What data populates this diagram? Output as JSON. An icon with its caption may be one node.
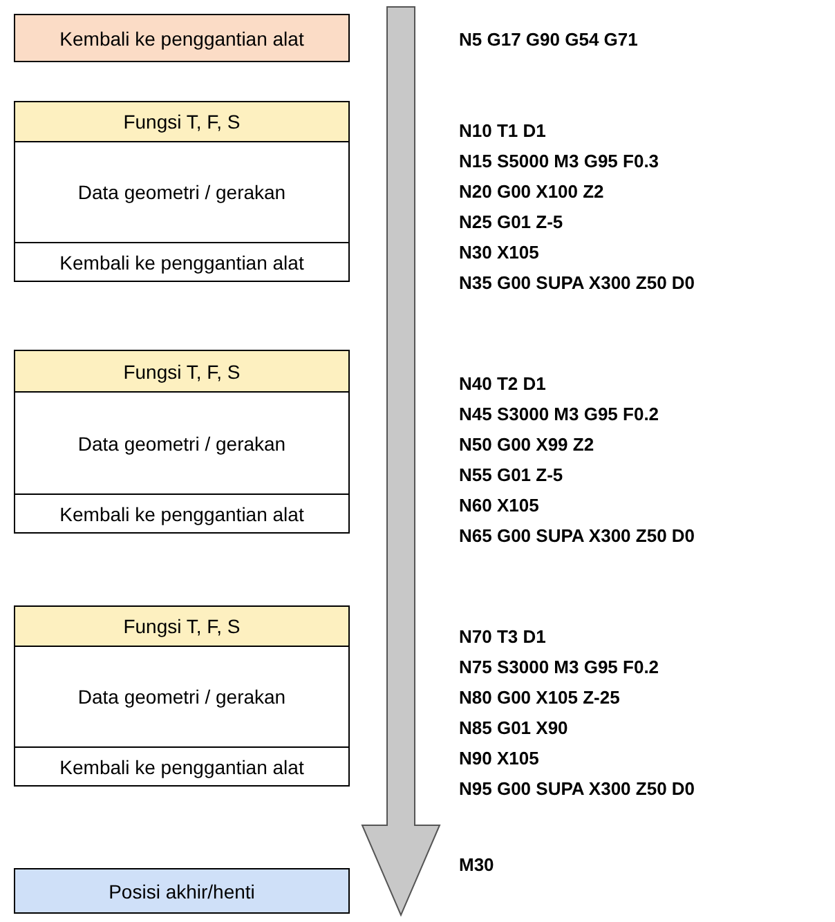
{
  "diagram": {
    "nodes": [
      {
        "text": [
          "Kembali ke penggantian alat"
        ]
      },
      {
        "text": [
          "Fungsi T, F, S"
        ]
      },
      {
        "text": [
          "Data geometri / gerakan"
        ]
      },
      {
        "text": [
          "Kembali ke penggantian alat"
        ]
      },
      {
        "text": [
          "Fungsi T, F, S"
        ]
      },
      {
        "text": [
          "Data geometri / gerakan"
        ]
      },
      {
        "text": [
          "Kembali ke penggantian alat"
        ]
      },
      {
        "text": [
          "Fungsi T, F, S"
        ]
      },
      {
        "text": [
          "Data geometri / gerakan"
        ]
      },
      {
        "text": [
          "Kembali ke penggantian alat"
        ]
      },
      {
        "text": [
          "Posisi akhir/henti"
        ]
      }
    ],
    "edges": [],
    "labels": [
      "N5 G17 G90 G54 G71",
      "N10 T1 D1",
      "N15 S5000 M3 G95 F0.3",
      "N20 G00 X100 Z2",
      "N25 G01 Z-5",
      "N30 X105",
      "N35 G00 SUPA X300 Z50 D0",
      "N40 T2 D1",
      "N45 S3000 M3 G95 F0.2",
      "N50 G00 X99 Z2",
      "N55 G01 Z-5",
      "N60 X105",
      "N65 G00 SUPA X300 Z50 D0",
      "N70 T3 D1",
      "N75 S3000 M3 G95 F0.2",
      "N80 G00 X105 Z-25",
      "N85 G01 X90",
      "N90 X105",
      "N95 G00 SUPA X300 Z50 D0",
      "M30"
    ]
  }
}
